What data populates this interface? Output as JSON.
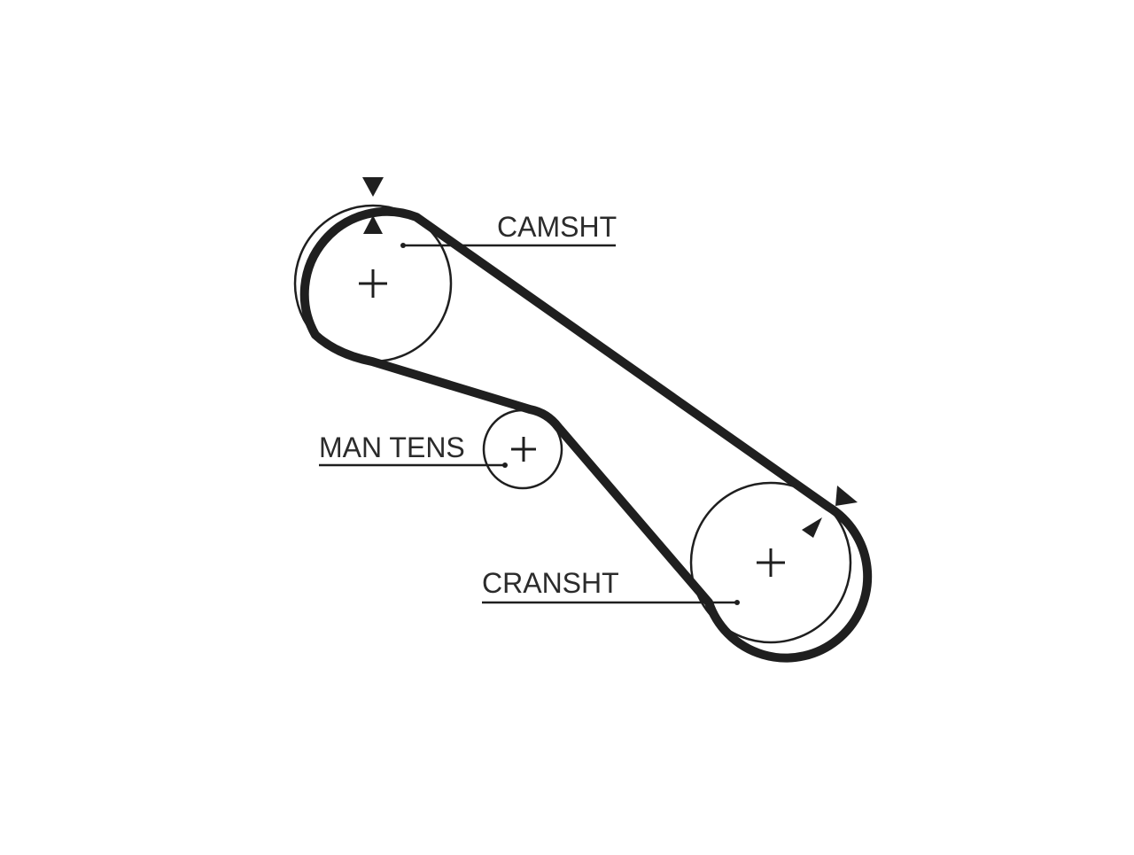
{
  "labels": {
    "camshaft": "CAMSHT",
    "tensioner": "MAN TENS",
    "crankshaft": "CRANSHT"
  },
  "icons": {
    "timing_marks": [
      "triangle-down",
      "triangle-up",
      "triangle-right",
      "triangle-left"
    ]
  },
  "colors": {
    "stroke": "#1f1f1f",
    "text": "#2b2b2b",
    "background": "#ffffff"
  }
}
